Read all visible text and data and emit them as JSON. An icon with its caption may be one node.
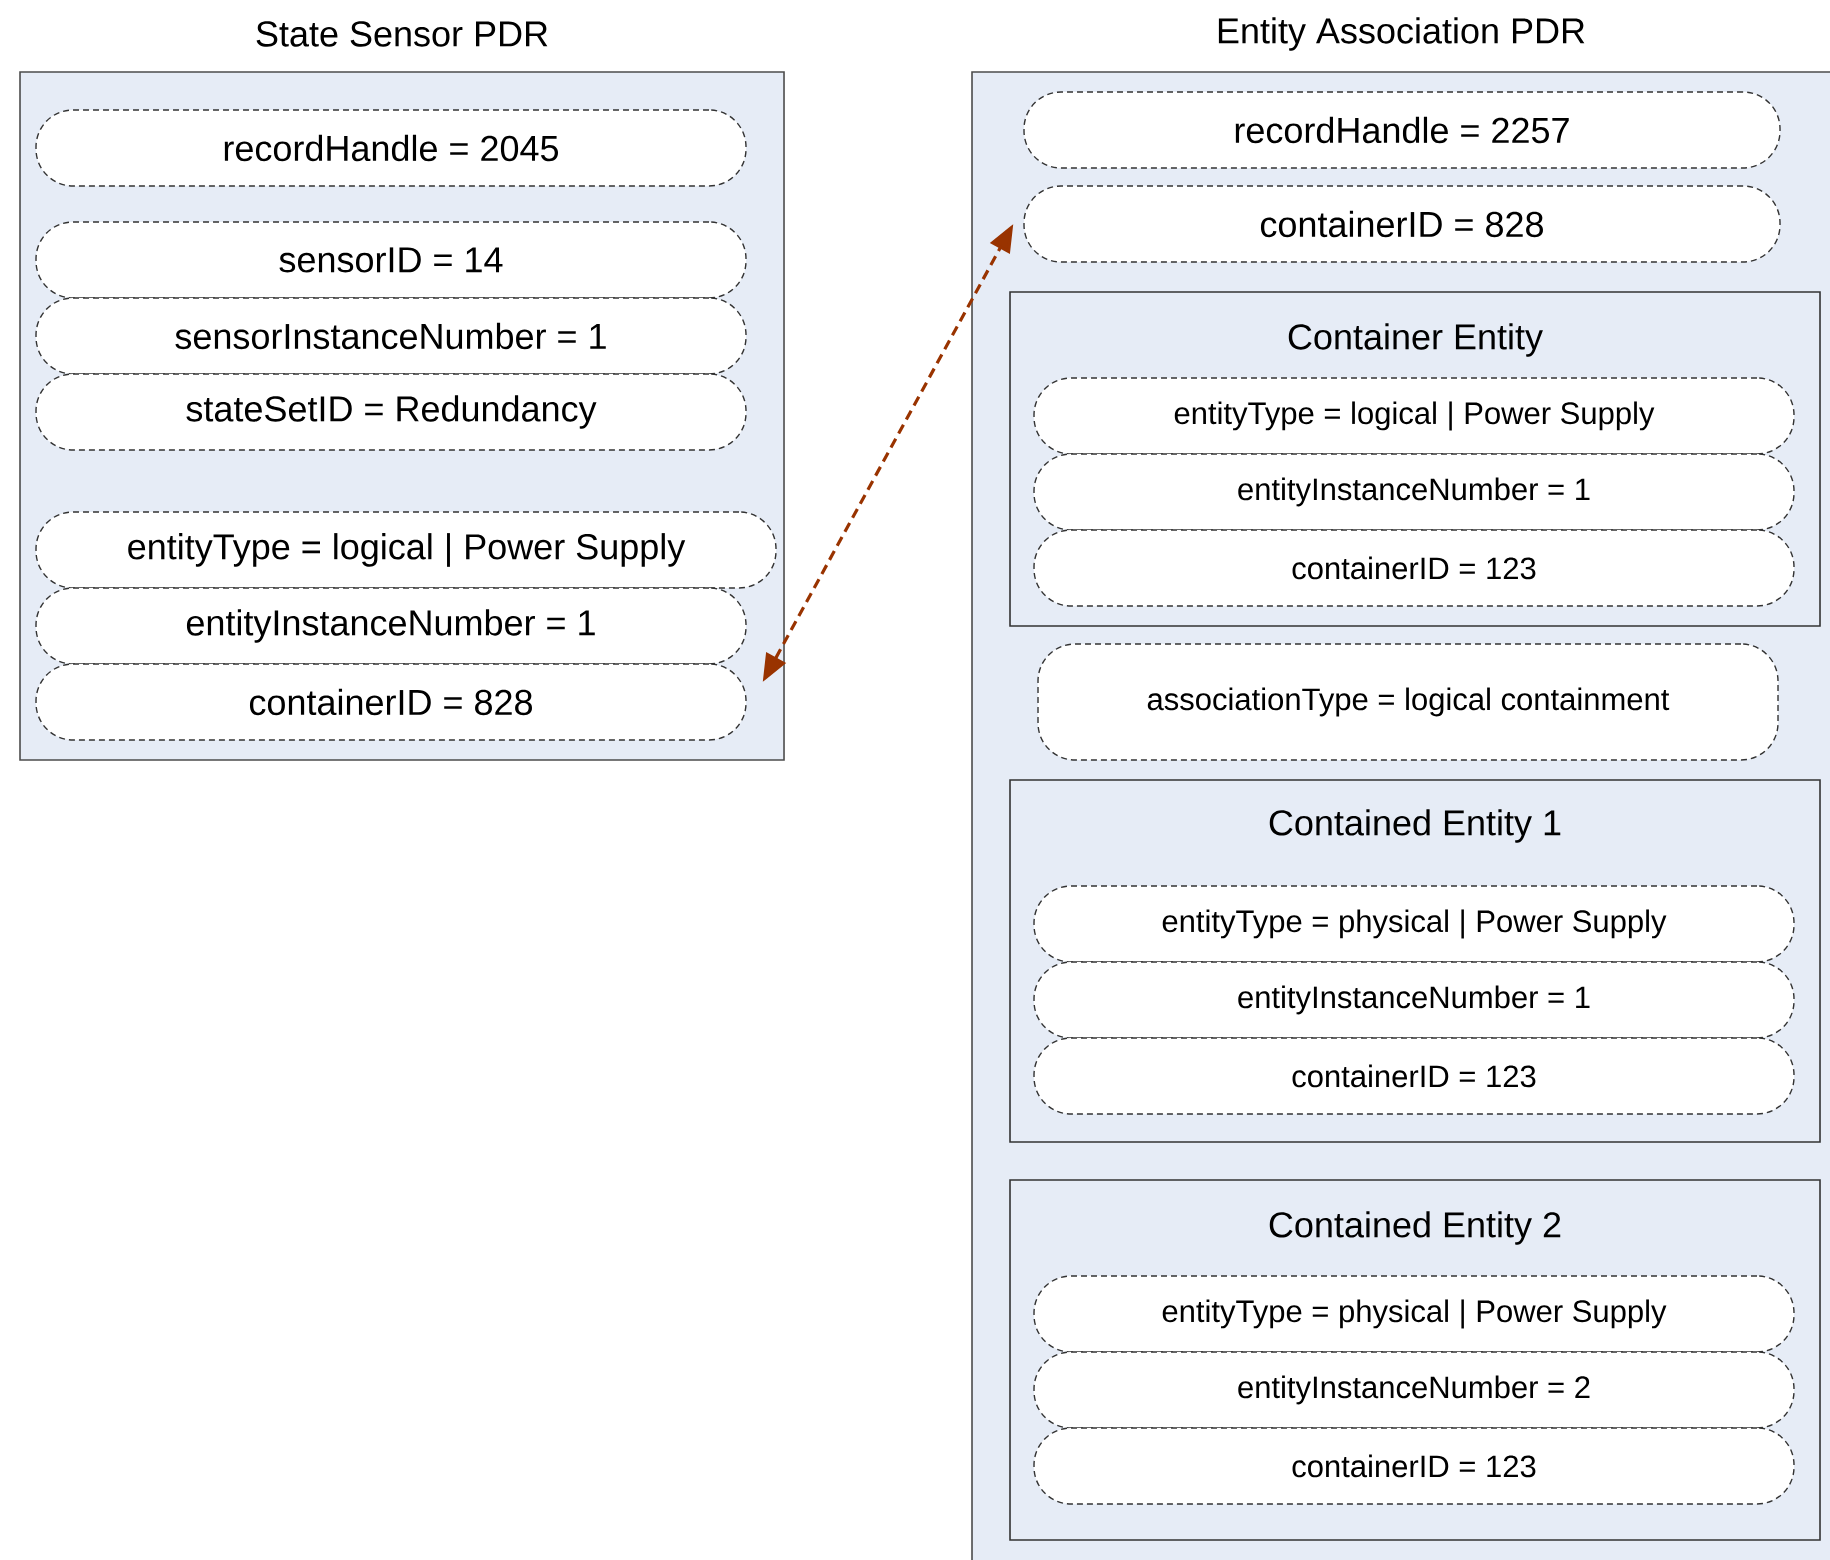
{
  "diagram": {
    "nodes": [
      {
        "text": [
          "State Sensor PDR"
        ]
      },
      {
        "text": [
          "recordHandle = 2045"
        ],
        "in": 0
      },
      {
        "text": [
          "sensorID = 14"
        ],
        "in": 0
      },
      {
        "text": [
          "sensorInstanceNumber = 1"
        ],
        "in": 0
      },
      {
        "text": [
          "stateSetID = Redundancy"
        ],
        "in": 0
      },
      {
        "text": [
          "entityType = logical | Power Supply"
        ],
        "in": 0
      },
      {
        "text": [
          "entityInstanceNumber = 1"
        ],
        "in": 0
      },
      {
        "text": [
          "containerID = 828"
        ],
        "in": 0
      },
      {
        "text": [
          "Entity Association PDR"
        ]
      },
      {
        "text": [
          "recordHandle = 2257"
        ],
        "in": 8
      },
      {
        "text": [
          "containerID = 828"
        ],
        "in": 8
      },
      {
        "text": [
          "Container Entity"
        ],
        "in": 8
      },
      {
        "text": [
          "entityType = logical | Power Supply"
        ],
        "in": 11
      },
      {
        "text": [
          "entityInstanceNumber = 1"
        ],
        "in": 11
      },
      {
        "text": [
          "containerID = 123"
        ],
        "in": 11
      },
      {
        "text": [
          "associationType = logical containment"
        ],
        "in": 8
      },
      {
        "text": [
          "Contained Entity 1"
        ],
        "in": 8
      },
      {
        "text": [
          "entityType = physical | Power Supply"
        ],
        "in": 16
      },
      {
        "text": [
          "entityInstanceNumber = 1"
        ],
        "in": 16
      },
      {
        "text": [
          "containerID = 123"
        ],
        "in": 16
      },
      {
        "text": [
          "Contained Entity 2"
        ],
        "in": 8
      },
      {
        "text": [
          "entityType = physical | Power Supply"
        ],
        "in": 20
      },
      {
        "text": [
          "entityInstanceNumber = 2"
        ],
        "in": 20
      },
      {
        "text": [
          "containerID = 123"
        ],
        "in": 20
      }
    ],
    "edges": [
      {
        "from": 7,
        "to": 10,
        "arrow": "both",
        "style": "dashed",
        "color": "#993300"
      }
    ]
  }
}
